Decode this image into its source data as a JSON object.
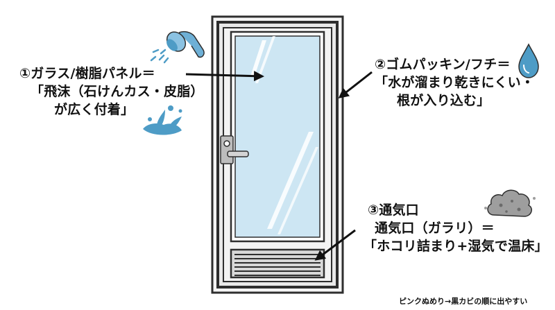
{
  "labels": {
    "glass": {
      "line1": "①ガラス/樹脂パネル＝",
      "line2": "「飛沫（石けんカス・皮脂）",
      "line3": "が広く付着」"
    },
    "gasket": {
      "line1": "②ゴムパッキン/フチ＝",
      "line2": "「水が溜まり乾きにくい・",
      "line3": "根が入り込む」"
    },
    "vent": {
      "line1": "③通気口",
      "line2": "通気口（ガラリ）＝",
      "line3": "「ホコリ詰まり+湿気で温床」"
    }
  },
  "footnote": "ピンクぬめり→黒カビの順に出やすい",
  "icons": {
    "glass": "shower-head-icon",
    "glass_secondary": "water-splash-icon",
    "gasket": "water-drop-icon",
    "vent": "dust-cloud-icon"
  },
  "colors": {
    "frame": "#2e2e2e",
    "door_fill": "#f2f2f2",
    "glass": "#cde6f3",
    "water": "#4e9cc6",
    "dust": "#9e9e9e",
    "arrow": "#111111"
  }
}
